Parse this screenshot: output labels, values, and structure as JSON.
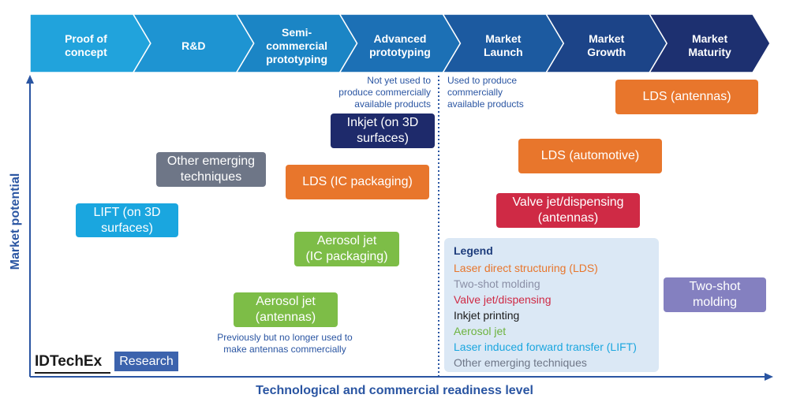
{
  "stages": [
    {
      "label": "Proof of\nconcept",
      "color": "#21a3dc"
    },
    {
      "label": "R&D",
      "color": "#1e94d2"
    },
    {
      "label": "Semi-\ncommercial\nprototyping",
      "color": "#1b85c5"
    },
    {
      "label": "Advanced\nprototyping",
      "color": "#1c70b5"
    },
    {
      "label": "Market\nLaunch",
      "color": "#1c5aa0"
    },
    {
      "label": "Market\nGrowth",
      "color": "#1c4488"
    },
    {
      "label": "Market\nMaturity",
      "color": "#1d3070"
    }
  ],
  "axes": {
    "x_label": "Technological and commercial readiness level",
    "y_label": "Market potential"
  },
  "notes": {
    "not_yet": "Not yet used to\nproduce commercially\navailable products",
    "used": "Used to produce\ncommercially\navailable products",
    "previously": "Previously but no longer used to\nmake antennas commercially"
  },
  "technologies": {
    "lds_antennas": "LDS (antennas)",
    "inkjet_3d": "Inkjet (on 3D\nsurfaces)",
    "other_emerging": "Other emerging\ntechniques",
    "lds_automotive": "LDS (automotive)",
    "lds_ic_packaging": "LDS (IC packaging)",
    "valve_jet_antennas": "Valve jet/dispensing\n(antennas)",
    "lift_3d": "LIFT (on 3D\nsurfaces)",
    "aerosol_ic_packaging": "Aerosol jet\n(IC packaging)",
    "two_shot_molding": "Two-shot\nmolding",
    "aerosol_antennas": "Aerosol jet\n(antennas)"
  },
  "legend": {
    "title": "Legend",
    "items": [
      {
        "label": "Laser direct structuring (LDS)",
        "color": "#e8762c"
      },
      {
        "label": "Two-shot molding",
        "color": "#8a8fa6"
      },
      {
        "label": "Valve jet/dispensing",
        "color": "#cf2a45"
      },
      {
        "label": "Inkjet printing",
        "color": "#1a1a1a"
      },
      {
        "label": "Aerosol jet",
        "color": "#6db33f"
      },
      {
        "label": "Laser induced forward transfer (LIFT)",
        "color": "#1aa6df"
      },
      {
        "label": "Other emerging techniques",
        "color": "#6e7687"
      }
    ]
  },
  "logo": {
    "name": "IDTechEx",
    "tag": "Research"
  }
}
